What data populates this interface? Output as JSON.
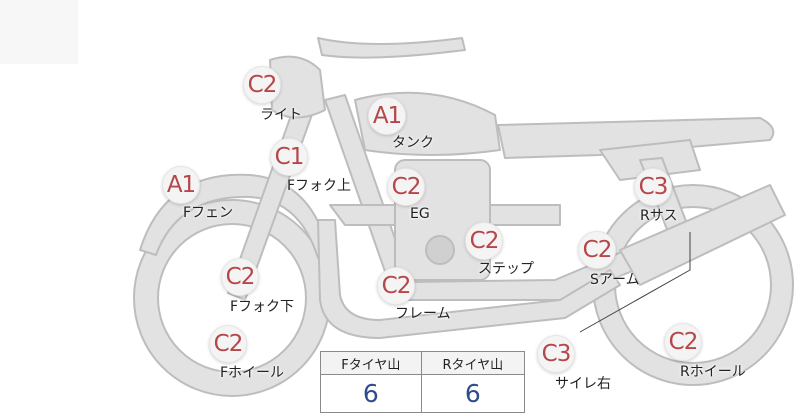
{
  "parts": [
    {
      "id": "light",
      "grade": "C2",
      "label": "ライト"
    },
    {
      "id": "tank",
      "grade": "A1",
      "label": "タンク"
    },
    {
      "id": "front-fork-upper",
      "grade": "C1",
      "label": "Fフォク上"
    },
    {
      "id": "front-fender",
      "grade": "A1",
      "label": "Fフェン"
    },
    {
      "id": "engine",
      "grade": "C2",
      "label": "EG"
    },
    {
      "id": "rear-suspension",
      "grade": "C3",
      "label": "Rサス"
    },
    {
      "id": "step",
      "grade": "C2",
      "label": "ステップ"
    },
    {
      "id": "swing-arm",
      "grade": "C2",
      "label": "Sアーム"
    },
    {
      "id": "front-fork-lower",
      "grade": "C2",
      "label": "Fフォク下"
    },
    {
      "id": "frame",
      "grade": "C2",
      "label": "フレーム"
    },
    {
      "id": "front-wheel",
      "grade": "C2",
      "label": "Fホイール"
    },
    {
      "id": "muffler-right",
      "grade": "C3",
      "label": "サイレ右"
    },
    {
      "id": "rear-wheel",
      "grade": "C2",
      "label": "Rホイール"
    }
  ],
  "tread": {
    "front_header": "Fタイヤ山",
    "rear_header": "Rタイヤ山",
    "front_value": "6",
    "rear_value": "6"
  },
  "colors": {
    "grade_text": "#b5474b",
    "tread_value": "#2f4d8c",
    "bike_fill": "#e2e2e2",
    "bike_stroke": "#bdbdbd"
  }
}
